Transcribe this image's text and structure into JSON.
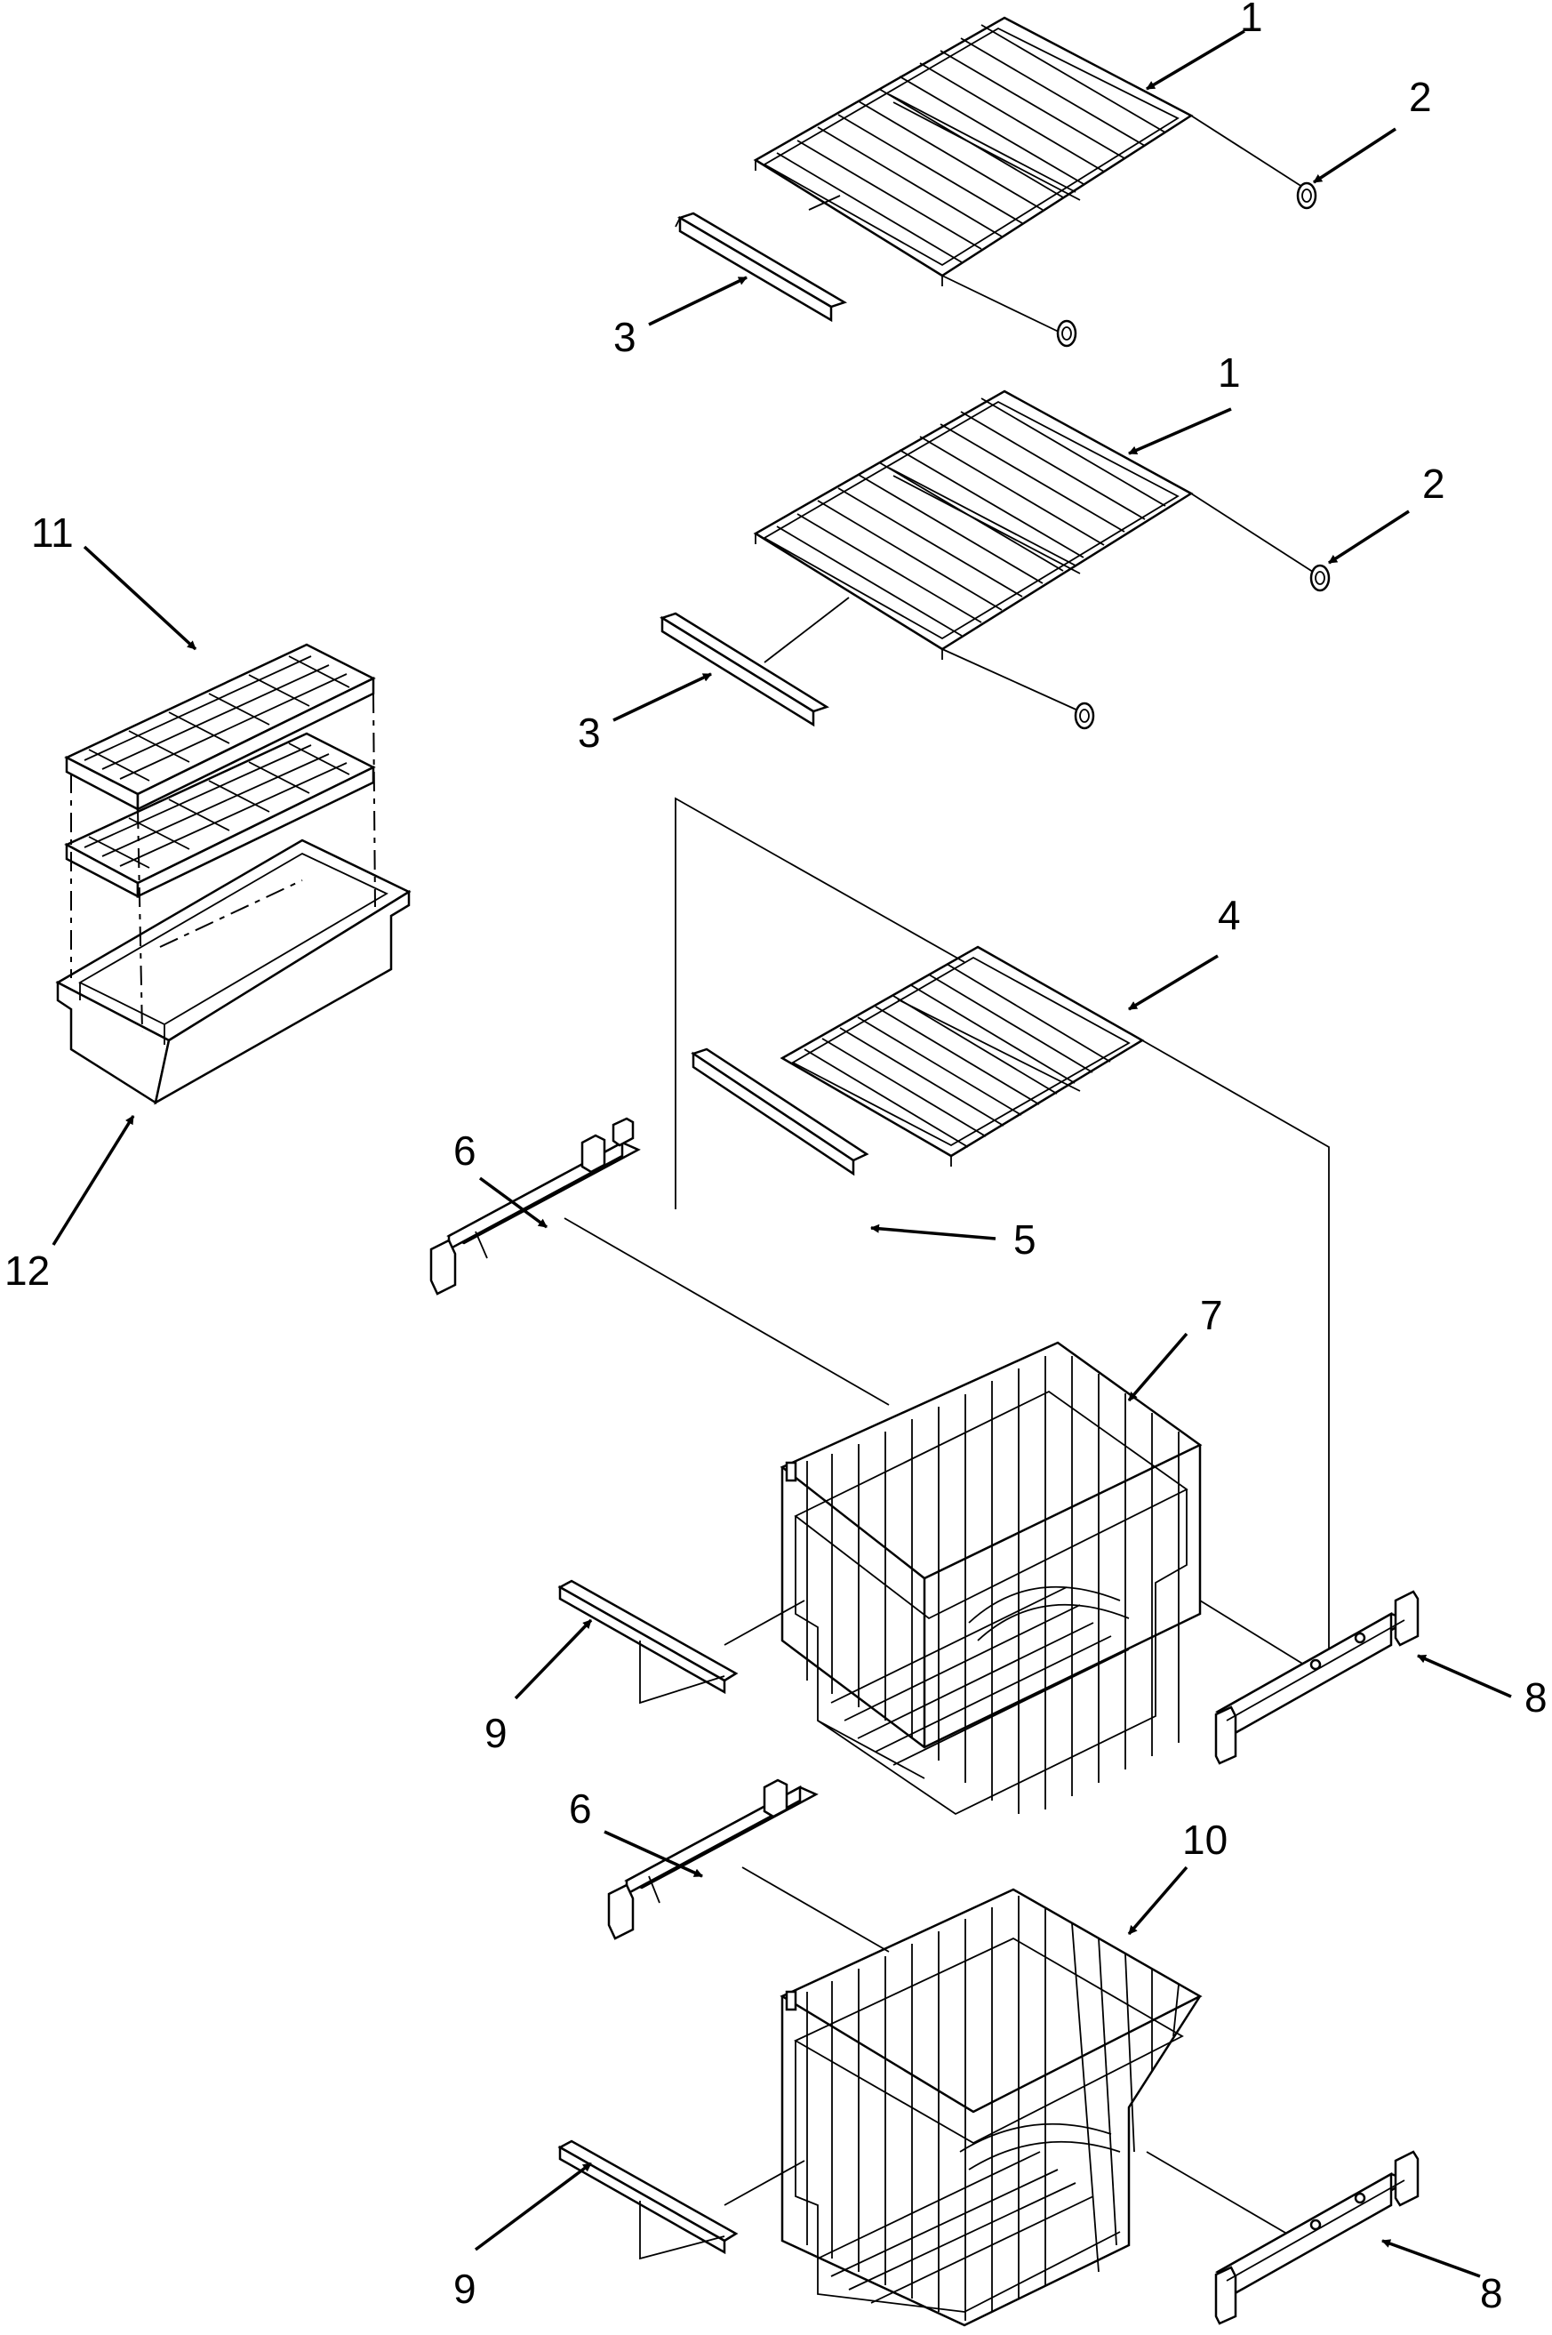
{
  "callouts": [
    "1",
    "2",
    "3",
    "1",
    "2",
    "3",
    "4",
    "5",
    "6",
    "7",
    "8",
    "9",
    "6",
    "10",
    "9",
    "8",
    "11",
    "12"
  ]
}
